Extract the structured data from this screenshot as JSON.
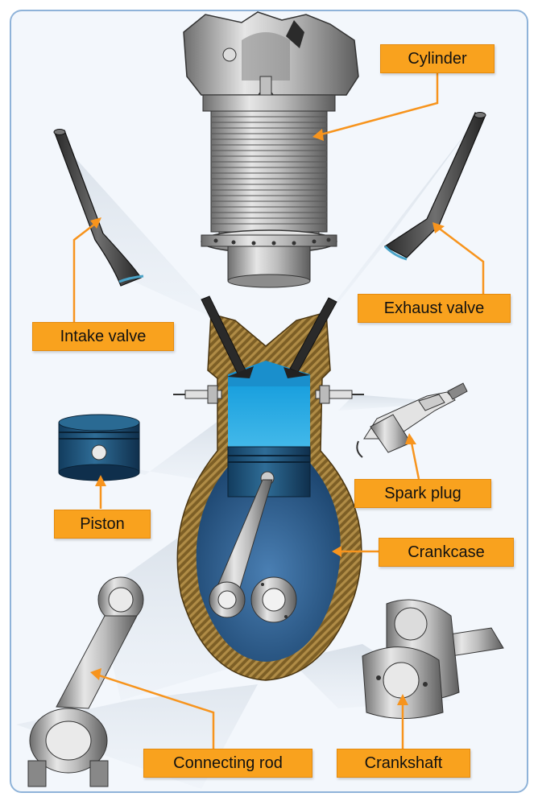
{
  "labels": {
    "cylinder": "Cylinder",
    "exhaust_valve": "Exhaust valve",
    "intake_valve": "Intake valve",
    "spark_plug": "Spark plug",
    "piston": "Piston",
    "crankcase": "Crankcase",
    "connecting_rod": "Connecting rod",
    "crankshaft": "Crankshaft"
  },
  "colors": {
    "label_fill": "#f9a21e",
    "leader_line": "#f7941d",
    "combustion_chamber": "#1f9fd8",
    "crankcase_wall": "#8a6a2a",
    "crankcase_interior": "#2f5f8c",
    "panel_background": "#f3f7fc",
    "panel_border": "#8fb3d9"
  }
}
